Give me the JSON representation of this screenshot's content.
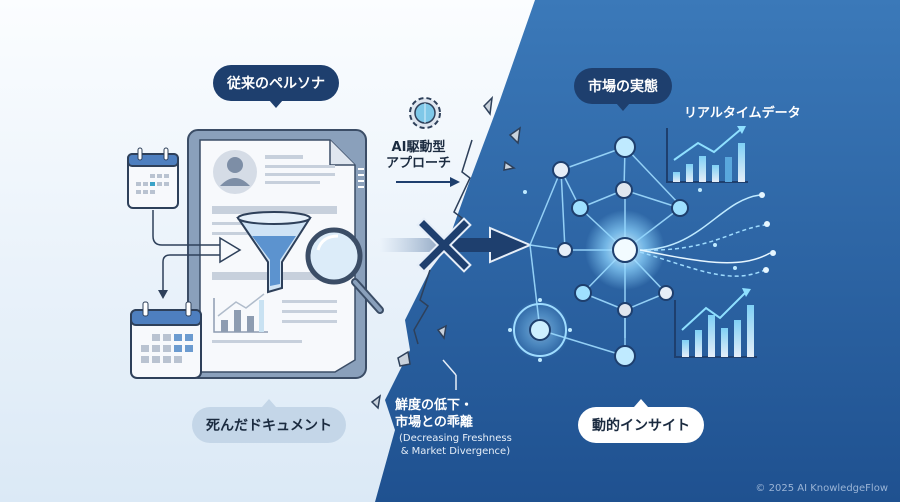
{
  "left_panel": {
    "title_bubble": "従来のペルソナ",
    "bottom_bubble": "死んだドキュメント",
    "icons": [
      "calendar-icon",
      "calendar-icon",
      "document-icon",
      "persona-avatar-icon",
      "funnel-icon",
      "magnifier-icon",
      "bar-chart-icon"
    ]
  },
  "middle": {
    "ai_label_line1": "AI駆動型",
    "ai_label_line2": "アプローチ",
    "icons": [
      "gear-icon",
      "arrow-right-icon",
      "blocked-x-icon"
    ],
    "divergence_line1": "鮮度の低下・",
    "divergence_line2": "市場との乖離",
    "divergence_en_line1": "(Decreasing Freshness",
    "divergence_en_line2": "& Market Divergence)"
  },
  "right_panel": {
    "title_bubble": "市場の実態",
    "realtime_label": "リアルタイムデータ",
    "bottom_bubble": "動的インサイト",
    "icons": [
      "network-graph-icon",
      "bar-chart-up-icon",
      "data-stream-icon"
    ]
  },
  "footer": {
    "copyright": "© 2025 AI KnowledgeFlow"
  },
  "colors": {
    "left_bg": "#f4f8fc",
    "right_bg_top": "#3b79b9",
    "right_bg_bottom": "#1f5190",
    "navy": "#1e3f6e",
    "glow": "#8fd6ff"
  }
}
